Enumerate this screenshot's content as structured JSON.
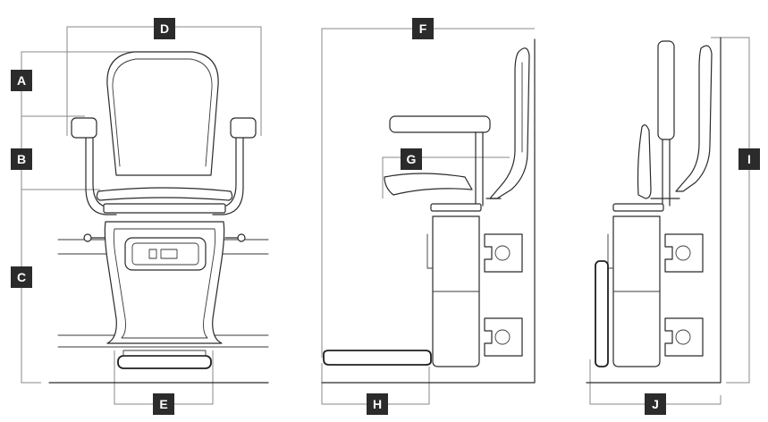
{
  "labels": {
    "A": "A",
    "B": "B",
    "C": "C",
    "D": "D",
    "E": "E",
    "F": "F",
    "G": "G",
    "H": "H",
    "I": "I",
    "J": "J"
  },
  "colors": {
    "label_background": "#2b2b2b",
    "label_text": "#ffffff",
    "line": "#2a2a2a",
    "dimension_line": "#888888"
  }
}
